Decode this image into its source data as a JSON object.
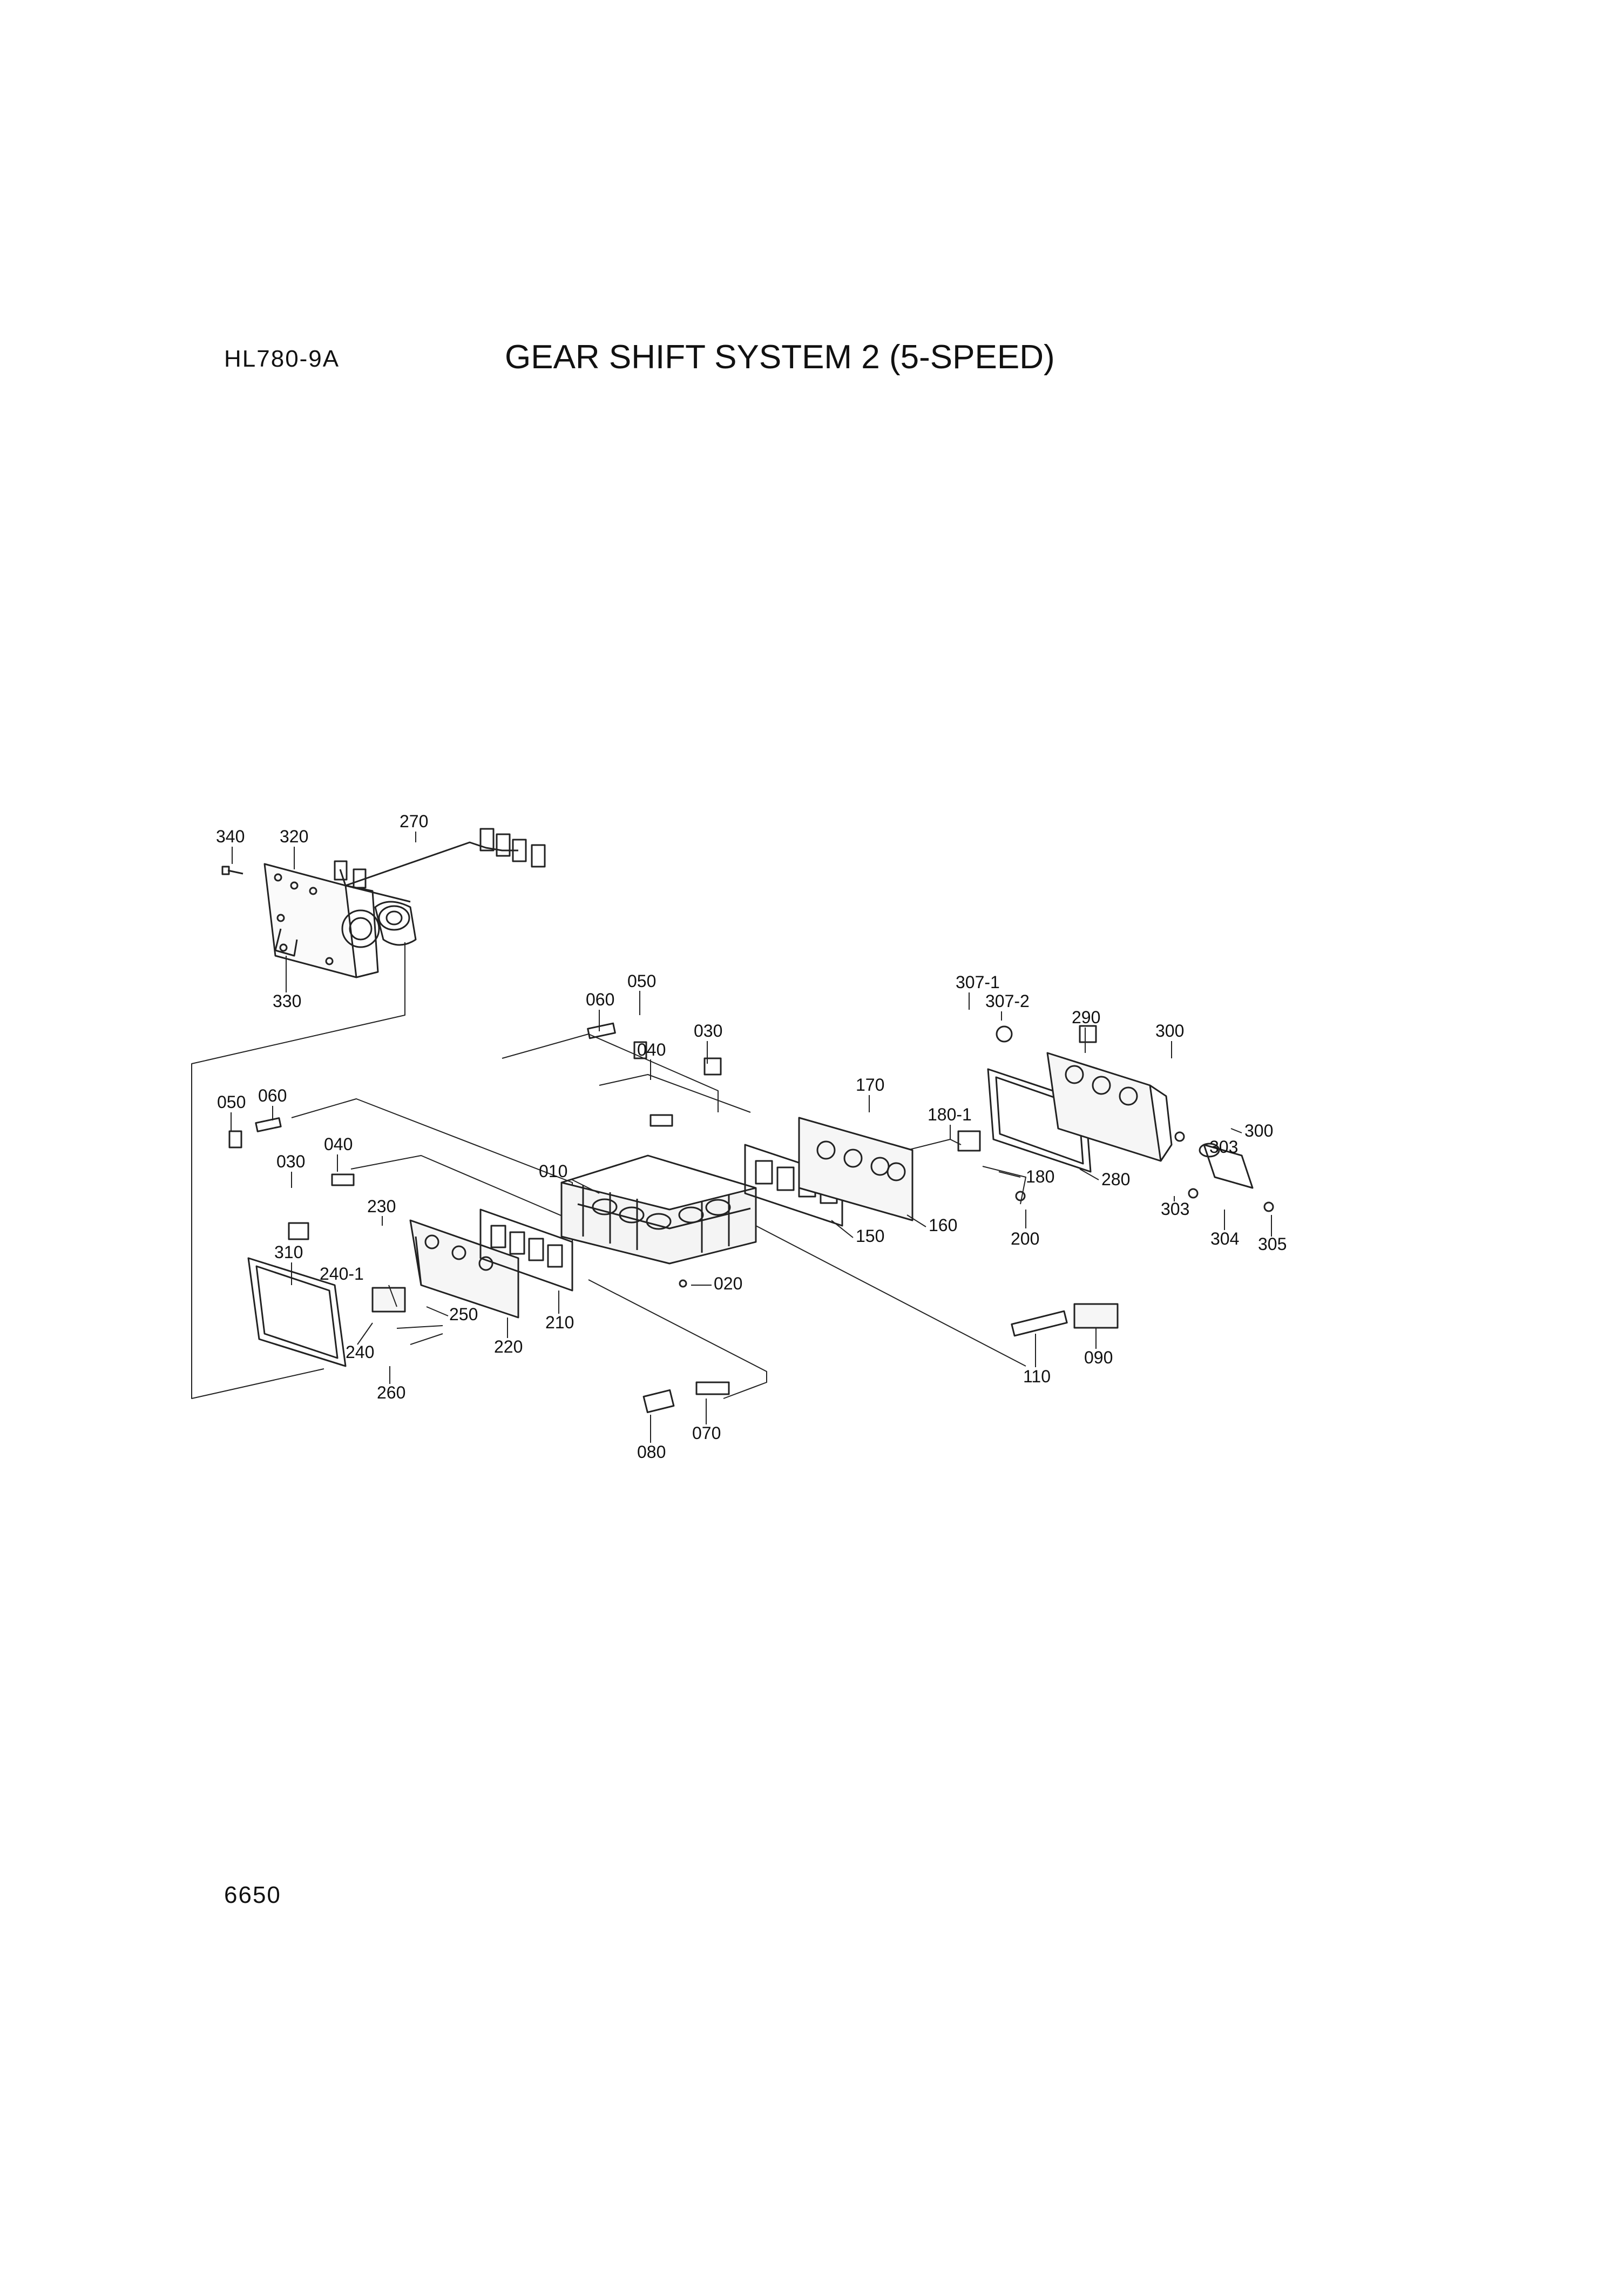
{
  "header": {
    "model": "HL780-9A",
    "title": "GEAR SHIFT SYSTEM 2 (5-SPEED)"
  },
  "footer": {
    "page_number": "6650"
  },
  "diagram": {
    "callouts": [
      "340",
      "320",
      "270",
      "330",
      "050",
      "060",
      "030",
      "040",
      "050",
      "060",
      "040",
      "030",
      "307-1",
      "307-2",
      "290",
      "300",
      "170",
      "180-1",
      "180",
      "280",
      "303",
      "300",
      "010",
      "150",
      "160",
      "200",
      "303",
      "304",
      "305",
      "230",
      "310",
      "240-1",
      "250",
      "220",
      "210",
      "020",
      "240",
      "260",
      "110",
      "090",
      "080",
      "070"
    ]
  }
}
